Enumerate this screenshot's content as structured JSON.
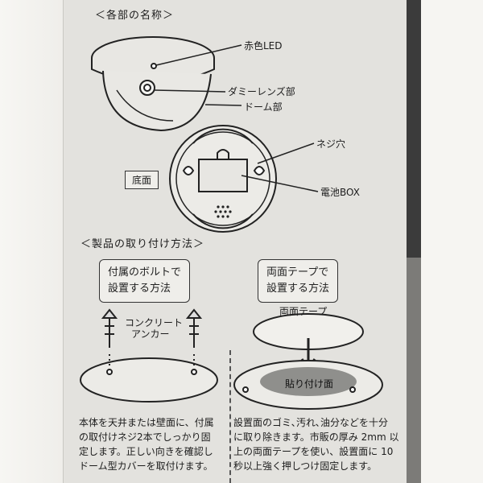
{
  "section1": {
    "title": "＜各部の名称＞"
  },
  "parts": {
    "red_led": "赤色LED",
    "dummy_lens": "ダミーレンズ部",
    "dome": "ドーム部",
    "screw_hole": "ネジ穴",
    "bottom": "底面",
    "battery_box": "電池BOX"
  },
  "section2": {
    "title": "＜製品の取り付け方法＞"
  },
  "method_bolt": {
    "line1": "付属のボルトで",
    "line2": "設置する方法",
    "anchor_line1": "コンクリート",
    "anchor_line2": "アンカー",
    "desc": [
      "本体を天井または壁面に、付属",
      "の取付けネジ2本でしっかり固",
      "定します。正しい向きを確認し",
      "ドーム型カバーを取付けます。"
    ]
  },
  "method_tape": {
    "line1": "両面テープで",
    "line2": "設置する方法",
    "tape_label": "両面テープ",
    "stick_label": "貼り付け面",
    "desc": [
      "設置面のゴミ､汚れ､油分などを十分",
      "に取り除きます。市販の厚み 2mm 以",
      "上の両面テープを使い、設置面に 10",
      "秒以上強く押しつけ固定します。"
    ]
  }
}
